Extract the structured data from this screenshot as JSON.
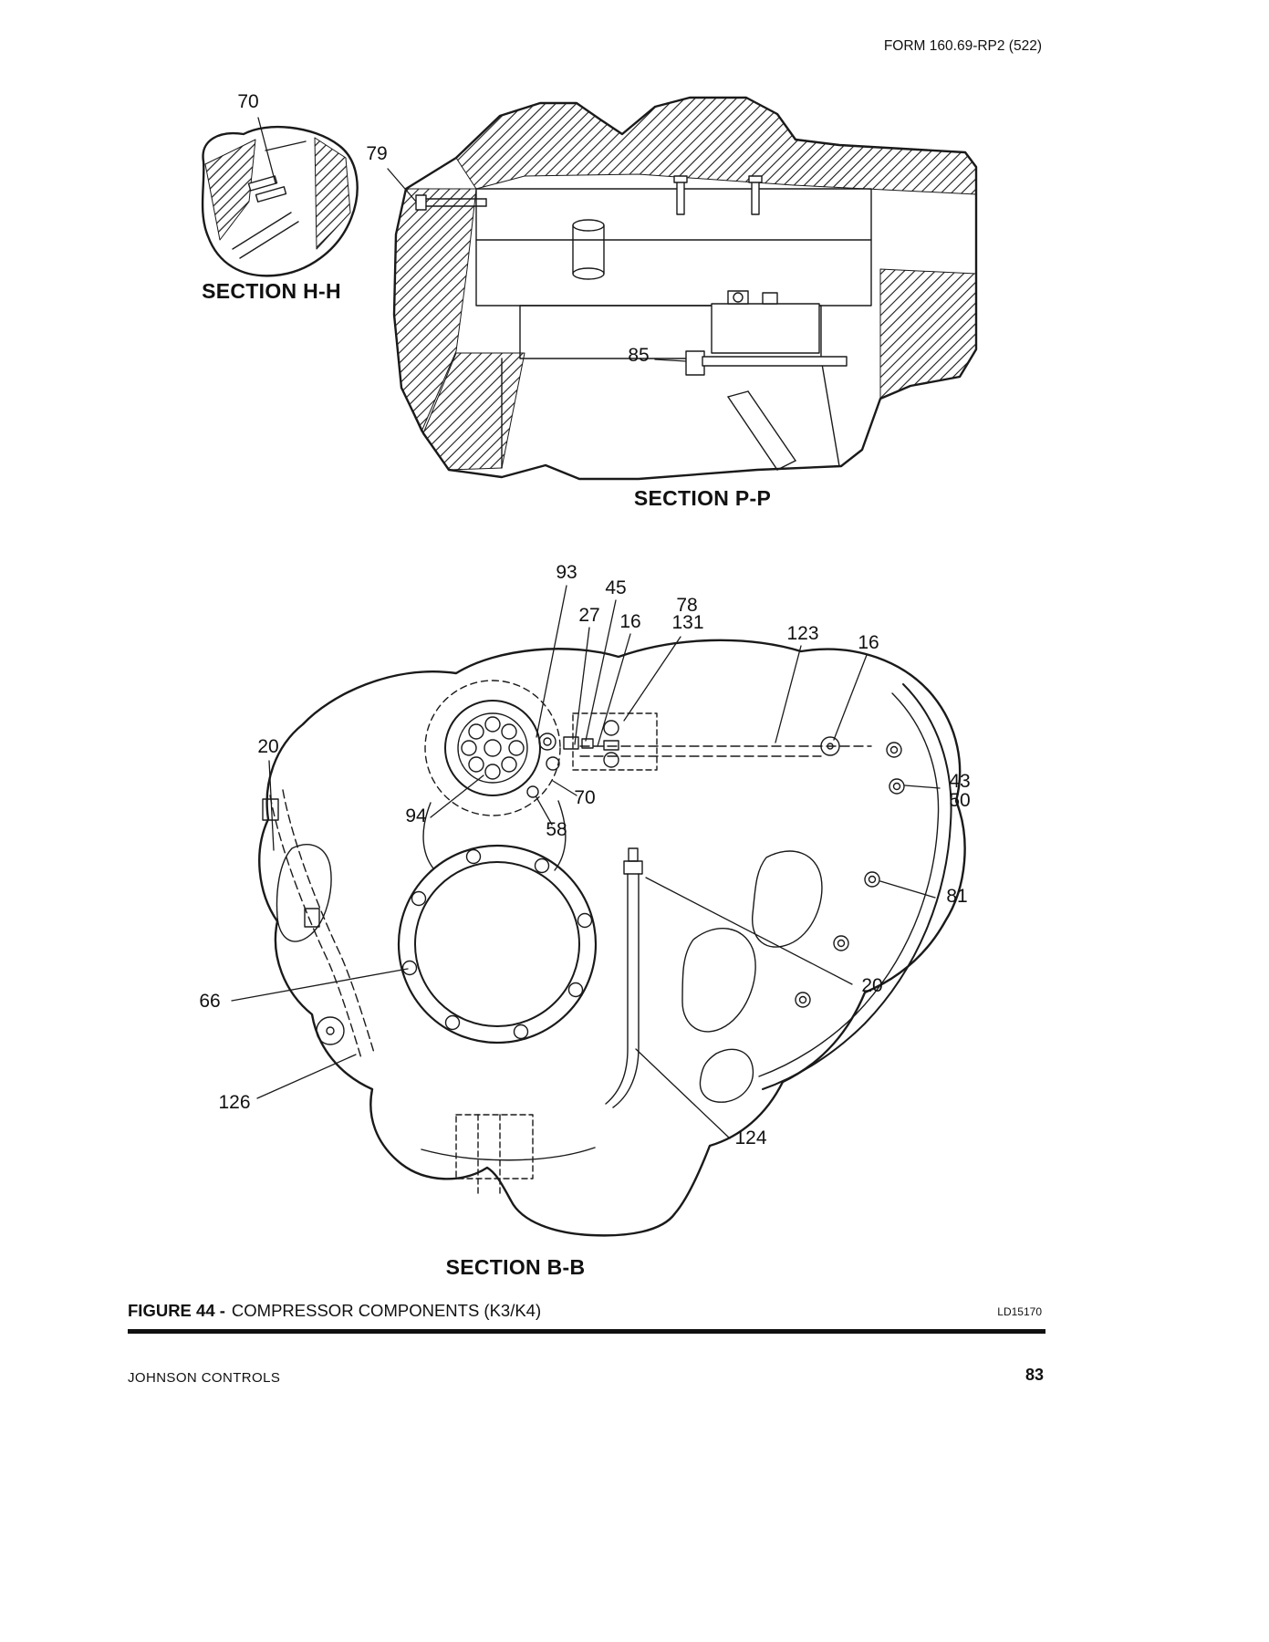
{
  "header": {
    "form_number": "FORM 160.69-RP2 (522)"
  },
  "section_hh": {
    "title": "SECTION H-H",
    "labels": [
      {
        "text": "70"
      }
    ]
  },
  "section_pp": {
    "title": "SECTION P-P",
    "labels": [
      {
        "text": "79"
      },
      {
        "text": "85"
      }
    ]
  },
  "section_bb": {
    "title": "SECTION B-B",
    "labels": [
      {
        "text": "93"
      },
      {
        "text": "45"
      },
      {
        "text": "27"
      },
      {
        "text": "16"
      },
      {
        "text": "78"
      },
      {
        "text": "131"
      },
      {
        "text": "123"
      },
      {
        "text": "16"
      },
      {
        "text": "20"
      },
      {
        "text": "43"
      },
      {
        "text": "50"
      },
      {
        "text": "94"
      },
      {
        "text": "70"
      },
      {
        "text": "58"
      },
      {
        "text": "81"
      },
      {
        "text": "66"
      },
      {
        "text": "20"
      },
      {
        "text": "126"
      },
      {
        "text": "124"
      }
    ]
  },
  "figure": {
    "caption_prefix": "FIGURE 44 -",
    "caption_title": "COMPRESSOR COMPONENTS (K3/K4)",
    "drawing_code": "LD15170"
  },
  "footer": {
    "company": "JOHNSON CONTROLS",
    "page_number": "83"
  }
}
